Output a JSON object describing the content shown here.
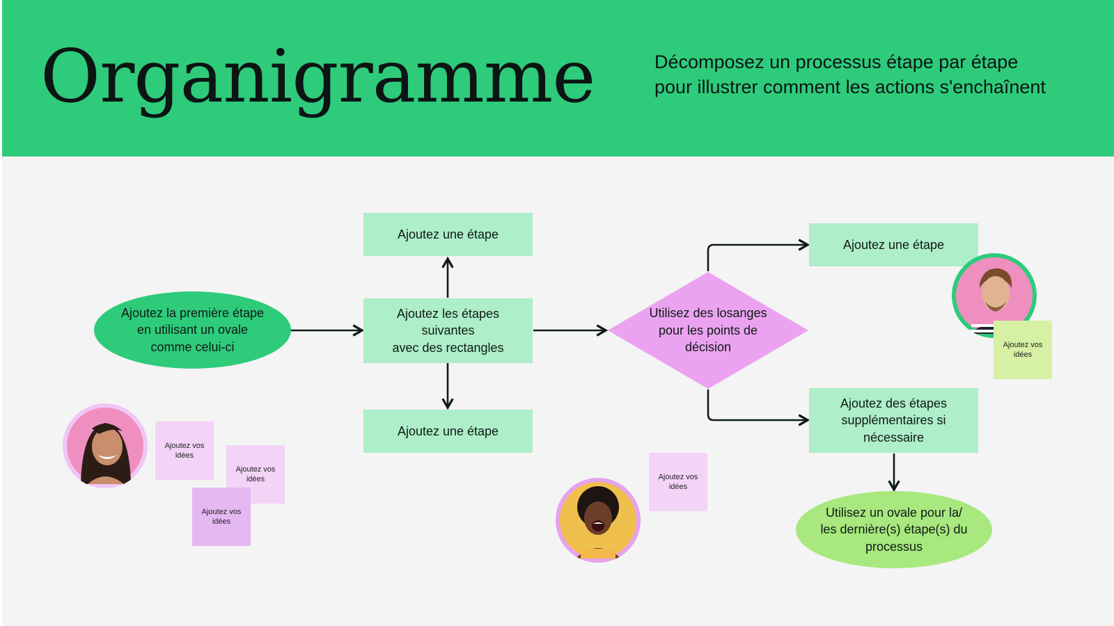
{
  "header": {
    "title": "Organigramme",
    "subtitle_line1": "Décomposez un processus étape par étape",
    "subtitle_line2": "pour illustrer comment les actions s'enchaînent"
  },
  "colors": {
    "header_bg": "#2ecb7b",
    "canvas_bg": "#f4f4f4",
    "rectangle_fill": "#aeeec8",
    "start_oval_fill": "#2ecb7b",
    "end_oval_fill": "#a8e87e",
    "diamond_fill": "#eba2f0",
    "connector": "#0e1b16"
  },
  "flow": {
    "start_oval": {
      "line1": "Ajoutez la première étape",
      "line2": "en utilisant un ovale",
      "line3": "comme celui-ci"
    },
    "step_top": {
      "text": "Ajoutez une étape"
    },
    "step_middle": {
      "line1": "Ajoutez les étapes",
      "line2": "suivantes",
      "line3": "avec des rectangles"
    },
    "step_bottom": {
      "text": "Ajoutez une étape"
    },
    "decision": {
      "line1": "Utilisez des losanges",
      "line2": "pour les points de",
      "line3": "décision"
    },
    "step_right_top": {
      "text": "Ajoutez une étape"
    },
    "step_right_bottom": {
      "line1": "Ajoutez des étapes",
      "line2": "supplémentaires si",
      "line3": "nécessaire"
    },
    "end_oval": {
      "line1": "Utilisez un ovale pour la/",
      "line2": "les dernière(s) étape(s) du",
      "line3": "processus"
    }
  },
  "stickies": [
    {
      "line1": "Ajoutez vos",
      "line2": "idées",
      "color": "#f3d4f7"
    },
    {
      "line1": "Ajoutez vos",
      "line2": "idées",
      "color": "#f3d4f7"
    },
    {
      "line1": "Ajoutez vos",
      "line2": "idées",
      "color": "#e6b8f2"
    },
    {
      "line1": "Ajoutez vos",
      "line2": "idées",
      "color": "#f3d4f7"
    },
    {
      "line1": "Ajoutez vos",
      "line2": "idées",
      "color": "#d6f0a4"
    }
  ],
  "avatars": [
    {
      "ring": "#f0c6f5",
      "bg": "#ef8fc0"
    },
    {
      "ring": "#e6a2ec",
      "bg": "#f0c04c"
    },
    {
      "ring": "#2ecb7b",
      "bg": "#ef8fc0"
    }
  ]
}
